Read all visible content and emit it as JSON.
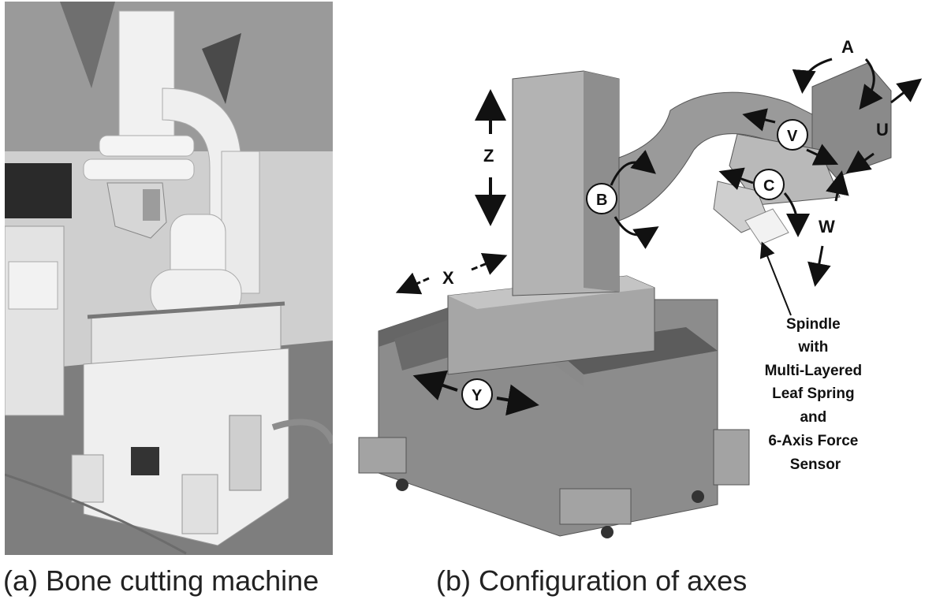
{
  "figure": {
    "panel_a": {
      "caption": "(a) Bone cutting machine"
    },
    "panel_b": {
      "caption": "(b) Configuration of  axes",
      "axes": {
        "A": "A",
        "B": "B",
        "C": "C",
        "U": "U",
        "V": "V",
        "W": "W",
        "X": "X",
        "Y": "Y",
        "Z": "Z"
      },
      "annotation_lines": [
        "Spindle",
        "with",
        "Multi-Layered",
        "Leaf Spring",
        "and",
        "6-Axis Force",
        "Sensor"
      ]
    }
  },
  "colors": {
    "machine_gray": "#8c8c8c",
    "light_gray": "#b8b8b8",
    "dark_gray": "#555555",
    "photo_wall": "#c9c9c9",
    "photo_machine": "#e9e9e9"
  }
}
